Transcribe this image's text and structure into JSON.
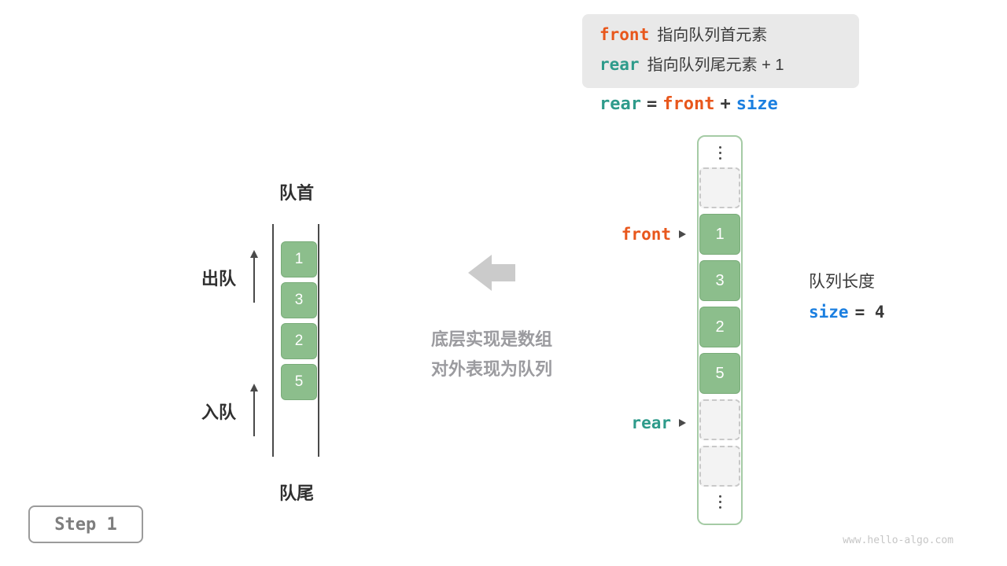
{
  "legend": {
    "line1": {
      "keyword": "front",
      "text": "指向队列首元素"
    },
    "line2": {
      "keyword": "rear",
      "text": "指向队列尾元素 + 1"
    }
  },
  "formula": {
    "lhs": "rear",
    "eq": "=",
    "mid": "front",
    "plus": "+",
    "rhs": "size"
  },
  "array": {
    "cells": [
      {
        "type": "ellipsis"
      },
      {
        "type": "empty"
      },
      {
        "type": "value",
        "value": "1"
      },
      {
        "type": "value",
        "value": "3"
      },
      {
        "type": "value",
        "value": "2"
      },
      {
        "type": "value",
        "value": "5"
      },
      {
        "type": "empty"
      },
      {
        "type": "empty"
      },
      {
        "type": "ellipsis"
      }
    ]
  },
  "pointers": {
    "front": {
      "label": "front"
    },
    "rear": {
      "label": "rear"
    }
  },
  "size_info": {
    "title": "队列长度",
    "keyword": "size",
    "value": "= 4"
  },
  "queue": {
    "head_label": "队首",
    "tail_label": "队尾",
    "dequeue_label": "出队",
    "enqueue_label": "入队",
    "values": [
      "1",
      "3",
      "2",
      "5"
    ]
  },
  "caption": {
    "line1": "底层实现是数组",
    "line2": "对外表现为队列"
  },
  "step": {
    "label": "Step 1"
  },
  "watermark": "www.hello-algo.com",
  "colors": {
    "front_orange": "#E8571C",
    "rear_teal": "#2E9B8B",
    "size_blue": "#1B7FE0",
    "cell_green": "#8CBE8C",
    "empty_cell_gray": "#F3F3F3",
    "legend_bg": "#E9E9E9",
    "big_arrow_gray": "#CBCBCB",
    "caption_gray": "#9B9B9F"
  }
}
